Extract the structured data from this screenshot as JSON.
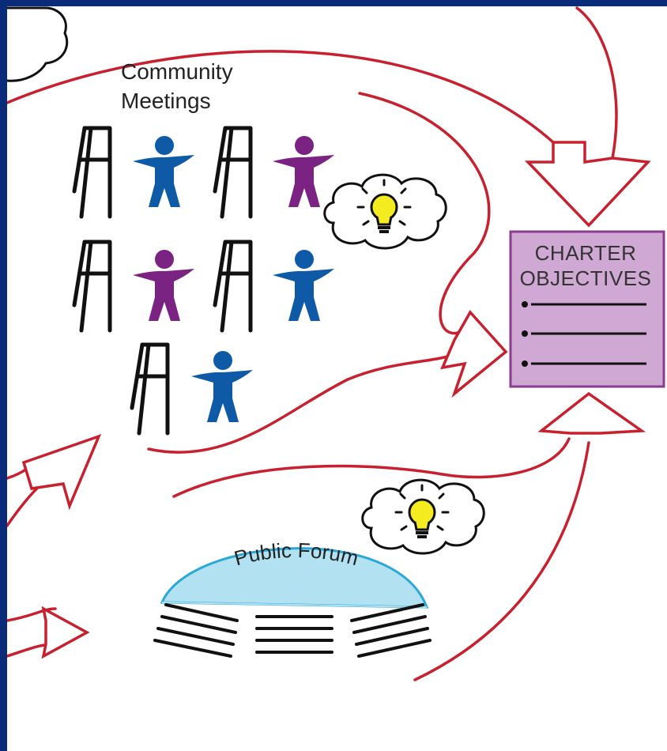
{
  "diagram": {
    "community_meetings": {
      "line1": "Community",
      "line2": "Meetings"
    },
    "charter_box": {
      "line1": "CHARTER",
      "line2": "OBJECTIVES",
      "bullet_count": 3
    },
    "public_forum": {
      "label": "Public Forum"
    },
    "colors": {
      "frame": "#0a2a7a",
      "arrow": "#c8202e",
      "person_blue": "#0e5aa7",
      "person_purple": "#7b2382",
      "charter_fill": "#cfa8d4",
      "charter_border": "#8a3d8f",
      "forum_dome": "#b2e2f2",
      "forum_outline": "#2aa8d8",
      "bulb": "#f4ec21"
    },
    "icons": [
      "easel-icon",
      "person-icon",
      "lightbulb-cloud-icon",
      "thought-cloud-icon",
      "arrow-icon"
    ]
  }
}
